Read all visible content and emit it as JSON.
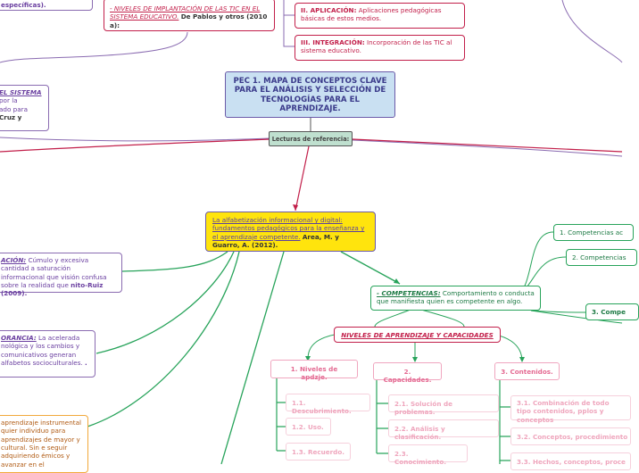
{
  "central": {
    "title": "PEC 1. MAPA DE CONCEPTOS CLAVE PARA EL ANÁLISIS Y SELECCIÓN DE TECNOLOGÍAS PARA EL APRENDIZAJE."
  },
  "lecturas": {
    "label": "Lecturas de referencia:"
  },
  "top_left": {
    "text": "específicas)."
  },
  "niveles_tic": {
    "title": "- NIVELES DE IMPLANTACIÓN DE LAS TIC EN EL SISTEMA EDUCATIVO.",
    "author": "De Pablos y otros (2010 a):"
  },
  "aplicacion": {
    "title": "II. APLICACIÓN:",
    "text": "Aplicaciones pedagógicas básicas de estos medios."
  },
  "integracion": {
    "title": "III. INTEGRACIÓN:",
    "text": "Incorporación de las TIC al sistema educativo."
  },
  "left_sistema": {
    "line1": "EL SISTEMA",
    "line2": "por la",
    "line3": "ado para",
    "line4": "Cruz y"
  },
  "alfabetizacion": {
    "title": "La alfabetización informacional y digital: fundamentos pedagógicos para la enseñanza y el aprendizaje competente.",
    "author": "Area, M. y Guarro, A. (2012)."
  },
  "saturacion": {
    "title": "ACIÓN:",
    "text": "Cúmulo y excesiva cantidad a saturación informacional que visión confusa sobre la realidad que",
    "author": "nito-Ruiz (2009)."
  },
  "ignorancia": {
    "title": "ORANCIA:",
    "text": "La acelerada nológica y los cambios y comunicativos generan alfabetos socioculturales.",
    "author": "."
  },
  "instrumental": {
    "text": "aprendizaje instrumental quier individuo para aprendizajes de mayor y cultural. Sin e seguir adquiriendo émicos y avanzar en el"
  },
  "competencias": {
    "title": "- COMPETENCIAS:",
    "text": "Comportamiento o conducta que manifiesta quien es competente en algo."
  },
  "comp1": {
    "label": "1. Competencias ac"
  },
  "comp2": {
    "label": "2. Competencias"
  },
  "comp3": {
    "label": "3. Compe"
  },
  "niveles": {
    "label": "NIVELES DE APRENDIZAJE Y CAPACIDADES"
  },
  "cols": [
    {
      "header": "1. Niveles de apdzje.",
      "items": [
        "1.1. Descubrimiento.",
        "1.2. Uso.",
        "1.3. Recuerdo."
      ]
    },
    {
      "header": "2. Capacidades.",
      "items": [
        "2.1. Solución de problemas.",
        "2.2. Análisis y clasificación.",
        "2.3. Conocimiento."
      ]
    },
    {
      "header": "3. Contenidos.",
      "items": [
        "3.1. Combinación de todo tipo contenidos, pplos y conceptos",
        "3.2. Conceptos, procedimiento",
        "3.3. Hechos, conceptos, proce"
      ]
    }
  ]
}
